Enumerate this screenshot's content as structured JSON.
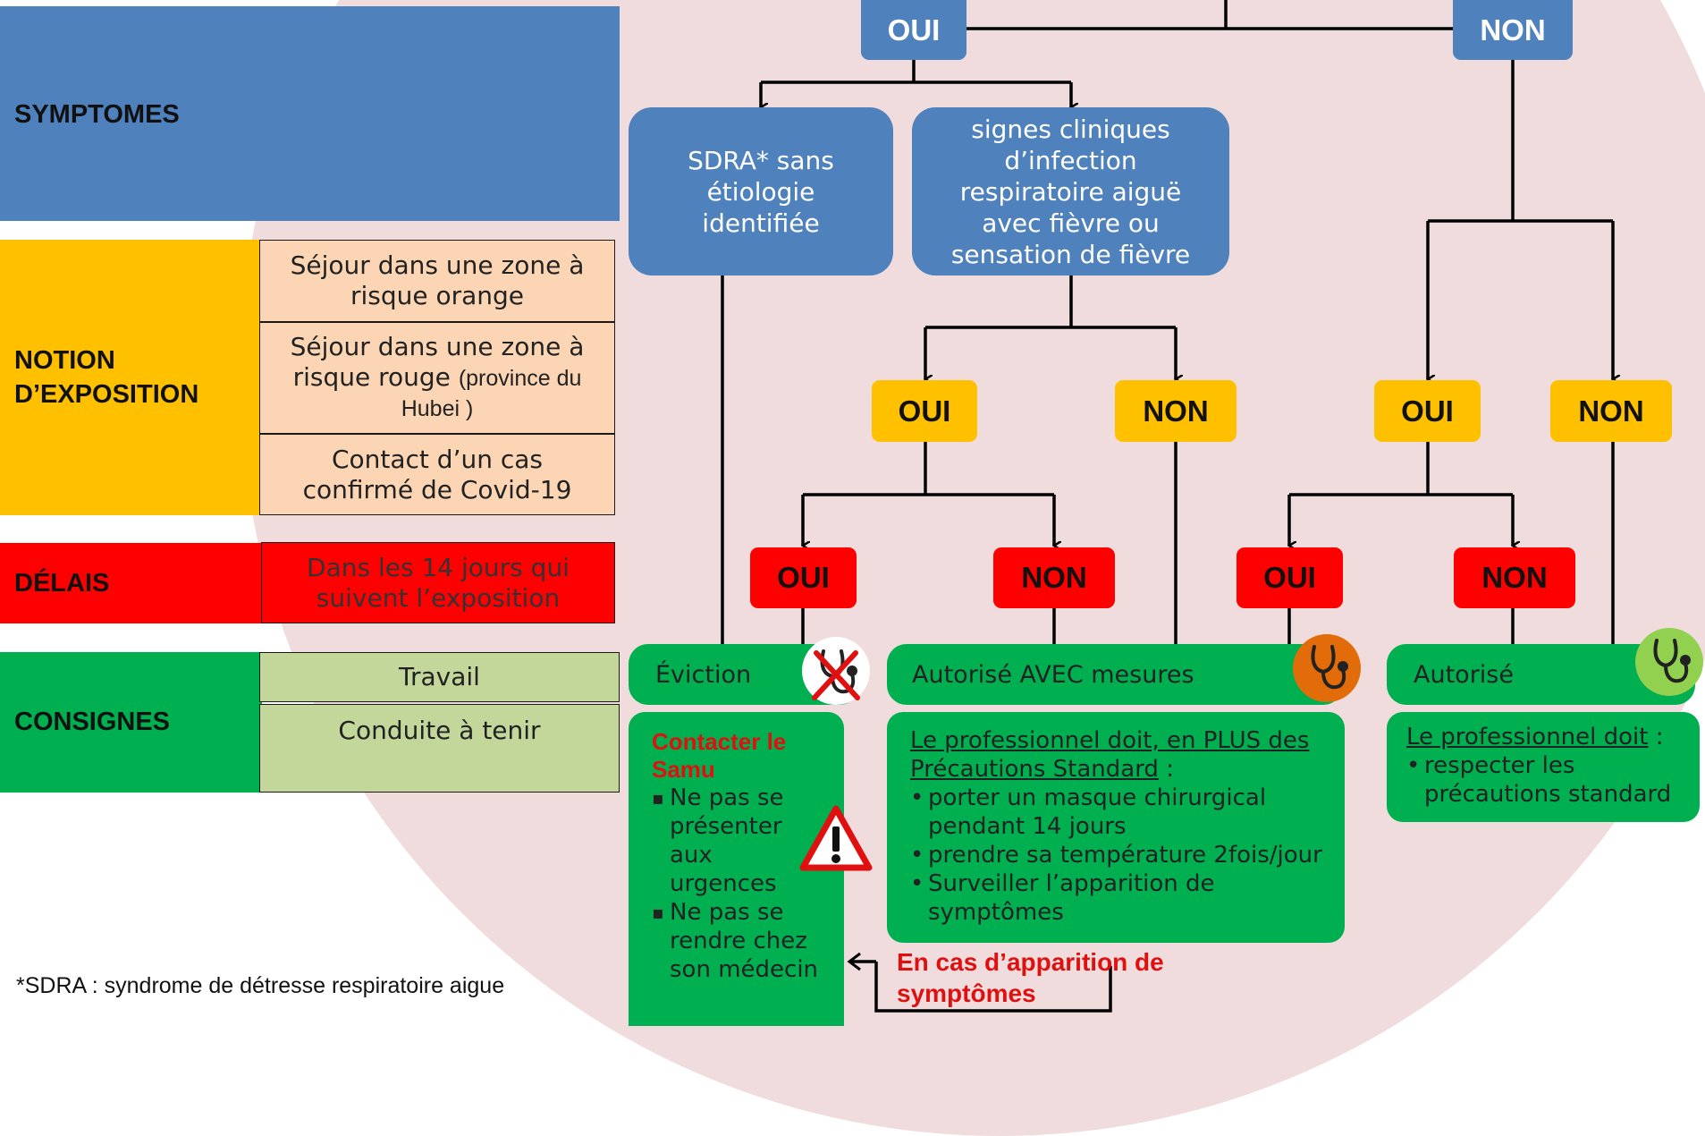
{
  "colors": {
    "blue": "#4f81bd",
    "yellow": "#ffc000",
    "red": "#ff0000",
    "green": "#00b050",
    "peach": "#fcd5b4",
    "lightgreen": "#c4d79b",
    "background": "#f0dcdd"
  },
  "left": {
    "symptomes_label": "SYMPTOMES",
    "exposition_label_1": "NOTION",
    "exposition_label_2": "D’EXPOSITION",
    "exposition_rows": [
      {
        "line1": "Séjour dans une zone à",
        "line2": "risque orange"
      },
      {
        "line1": "Séjour dans une zone à",
        "line2a": "risque rouge ",
        "line2b": "(province du",
        "line3": "Hubei )"
      },
      {
        "line1": "Contact d’un cas",
        "line2": "confirmé de Covid-19"
      }
    ],
    "delais_label": "DÉLAIS",
    "delais_text_1": "Dans les 14 jours qui",
    "delais_text_2": "suivent l’exposition",
    "consignes_label": "CONSIGNES",
    "consignes_rows": [
      "Travail",
      "Conduite à tenir"
    ],
    "footnote": "*SDRA : syndrome de détresse respiratoire aigue"
  },
  "flow": {
    "top_oui": "OUI",
    "top_non": "NON",
    "sdra": [
      "SDRA* sans",
      "étiologie",
      "identifiée"
    ],
    "signes": [
      "signes cliniques",
      "d’infection",
      "respiratoire aiguë",
      "avec fièvre ou",
      "sensation de fièvre"
    ],
    "exp_tags": [
      "OUI",
      "NON",
      "OUI",
      "NON"
    ],
    "delai_tags": [
      "OUI",
      "NON",
      "OUI",
      "NON"
    ],
    "outcomes": {
      "eviction": "Éviction",
      "autorise_mesures": "Autorisé AVEC mesures",
      "autorise": "Autorisé"
    },
    "samu": {
      "title_1": "Contacter le",
      "title_2": "Samu",
      "items": [
        [
          "Ne pas se",
          "présenter",
          "aux",
          "urgences"
        ],
        [
          "Ne pas se",
          "rendre chez",
          "son médecin"
        ]
      ]
    },
    "mesures": {
      "intro_1": "Le professionnel doit, en PLUS des",
      "intro_2": "Précautions Standard",
      "intro_suffix": " :",
      "items": [
        [
          "porter un masque chirurgical",
          "pendant 14 jours"
        ],
        [
          "prendre sa température 2fois/jour"
        ],
        [
          "Surveiller l’apparition de",
          "symptômes"
        ]
      ]
    },
    "standard": {
      "intro": "Le professionnel doit",
      "intro_suffix": " :",
      "items": [
        [
          "respecter les",
          "précautions standard"
        ]
      ]
    },
    "apparition_1": "En cas d’apparition de",
    "apparition_2": "symptômes"
  },
  "icons": {
    "eviction": "stethoscope-crossed-icon",
    "mesures": "stethoscope-orange-icon",
    "autorise": "stethoscope-green-icon",
    "warning": "warning-triangle-icon"
  }
}
